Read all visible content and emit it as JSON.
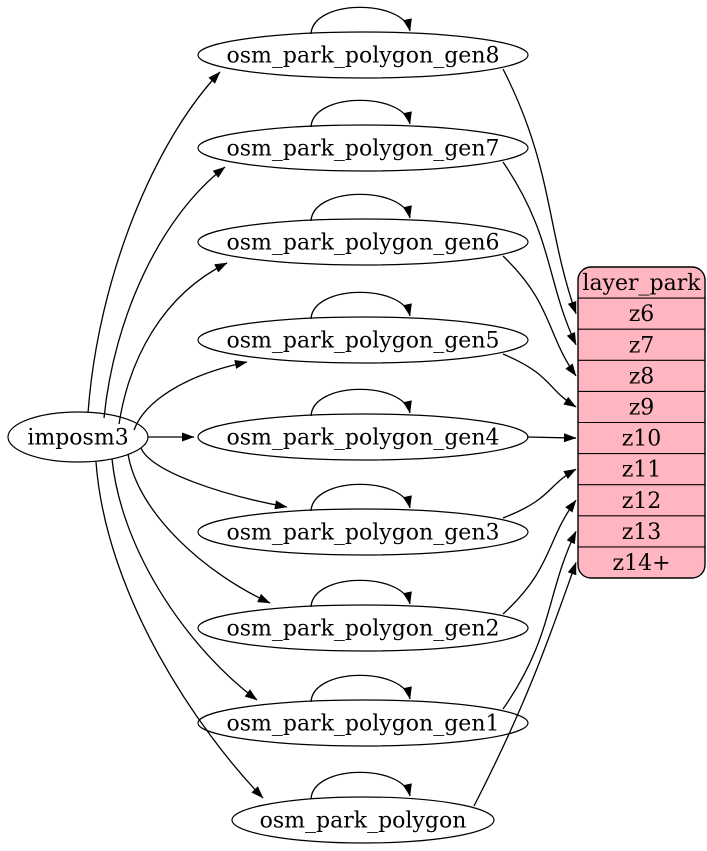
{
  "diagram": {
    "type": "graphviz-digraph",
    "background_color": "#ffffff",
    "edge_color": "#000000",
    "node_fill": "#ffffff",
    "node_stroke": "#000000",
    "source_node": {
      "id": "imposm3",
      "label": "imposm3"
    },
    "process_nodes": [
      {
        "id": "osm_park_polygon_gen8",
        "label": "osm_park_polygon_gen8"
      },
      {
        "id": "osm_park_polygon_gen7",
        "label": "osm_park_polygon_gen7"
      },
      {
        "id": "osm_park_polygon_gen6",
        "label": "osm_park_polygon_gen6"
      },
      {
        "id": "osm_park_polygon_gen5",
        "label": "osm_park_polygon_gen5"
      },
      {
        "id": "osm_park_polygon_gen4",
        "label": "osm_park_polygon_gen4"
      },
      {
        "id": "osm_park_polygon_gen3",
        "label": "osm_park_polygon_gen3"
      },
      {
        "id": "osm_park_polygon_gen2",
        "label": "osm_park_polygon_gen2"
      },
      {
        "id": "osm_park_polygon_gen1",
        "label": "osm_park_polygon_gen1"
      },
      {
        "id": "osm_park_polygon",
        "label": "osm_park_polygon"
      }
    ],
    "layer_table": {
      "id": "layer_park",
      "title": "layer_park",
      "fill": "#ffb6c1",
      "rows": [
        "z6",
        "z7",
        "z8",
        "z9",
        "z10",
        "z11",
        "z12",
        "z13",
        "z14+"
      ]
    },
    "edges": {
      "from_source": [
        "osm_park_polygon_gen8",
        "osm_park_polygon_gen7",
        "osm_park_polygon_gen6",
        "osm_park_polygon_gen5",
        "osm_park_polygon_gen4",
        "osm_park_polygon_gen3",
        "osm_park_polygon_gen2",
        "osm_park_polygon_gen1",
        "osm_park_polygon"
      ],
      "self_loops": [
        "osm_park_polygon_gen8",
        "osm_park_polygon_gen7",
        "osm_park_polygon_gen6",
        "osm_park_polygon_gen5",
        "osm_park_polygon_gen4",
        "osm_park_polygon_gen3",
        "osm_park_polygon_gen2",
        "osm_park_polygon_gen1",
        "osm_park_polygon"
      ],
      "to_layer": [
        {
          "from": "osm_park_polygon_gen8",
          "to_row": "z6"
        },
        {
          "from": "osm_park_polygon_gen7",
          "to_row": "z7"
        },
        {
          "from": "osm_park_polygon_gen6",
          "to_row": "z8"
        },
        {
          "from": "osm_park_polygon_gen5",
          "to_row": "z9"
        },
        {
          "from": "osm_park_polygon_gen4",
          "to_row": "z10"
        },
        {
          "from": "osm_park_polygon_gen3",
          "to_row": "z11"
        },
        {
          "from": "osm_park_polygon_gen2",
          "to_row": "z12"
        },
        {
          "from": "osm_park_polygon_gen1",
          "to_row": "z13"
        },
        {
          "from": "osm_park_polygon",
          "to_row": "z14+"
        }
      ]
    }
  }
}
